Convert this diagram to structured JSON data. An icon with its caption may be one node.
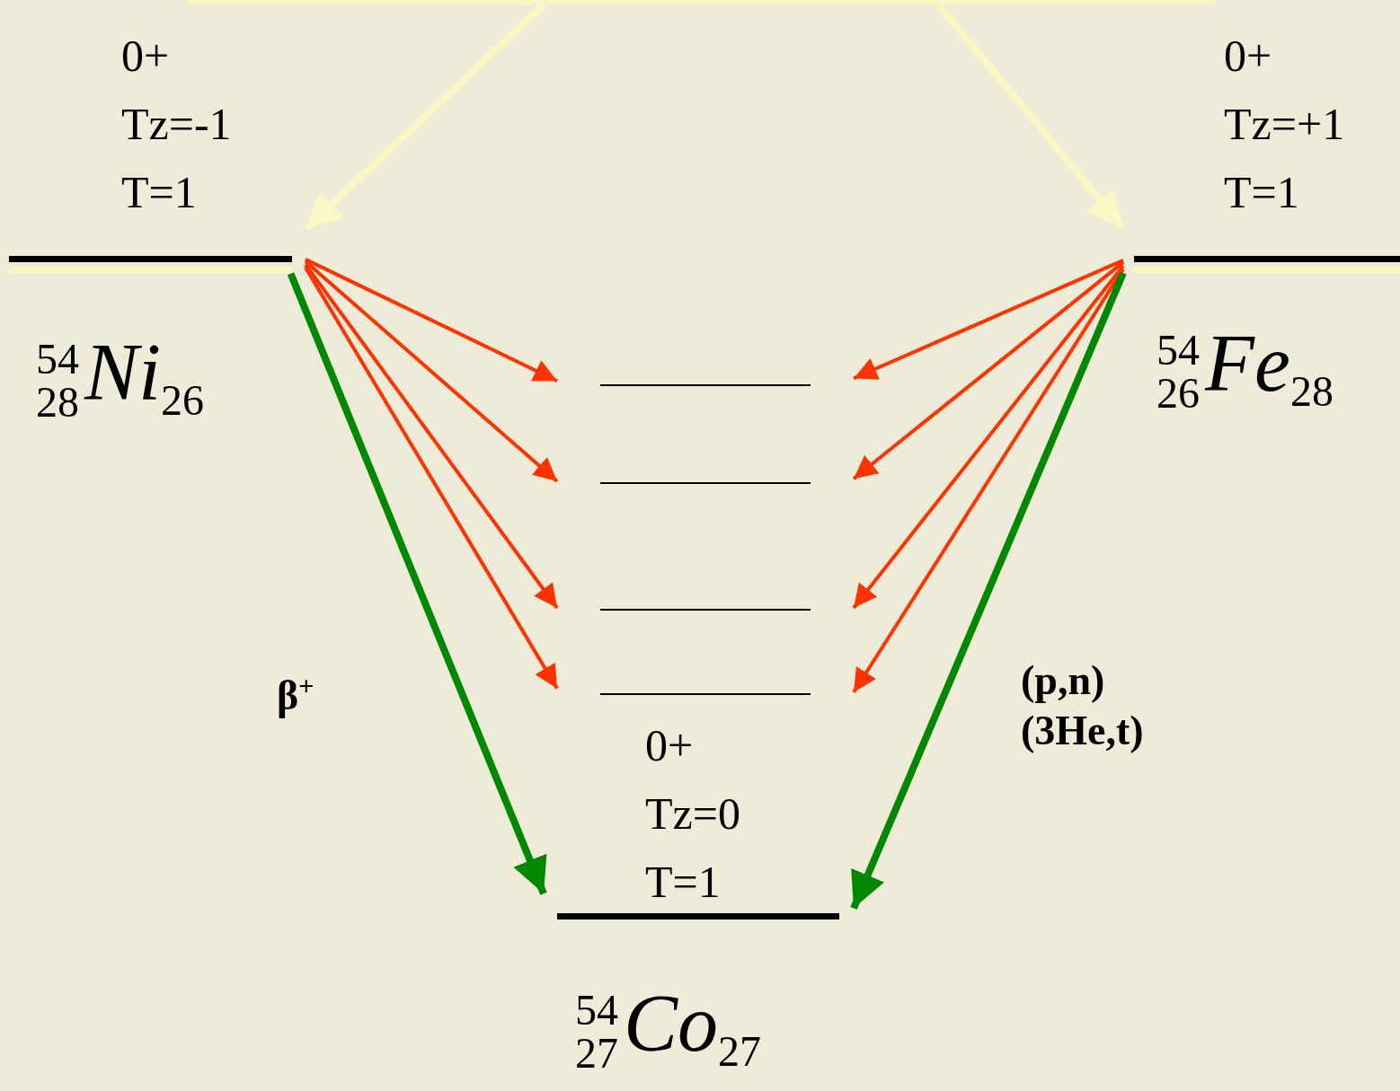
{
  "diagram": {
    "nodes": [
      {
        "text": [],
        "shape": "bar"
      },
      {
        "text": [
          "0+",
          "Tz=-1",
          "T=1",
          "$^{54}$$_{28}$*Ni*$_{26}$"
        ]
      },
      {
        "text": [
          "0+",
          "Tz=+1",
          "T=1",
          "$^{54}$$_{26}$*Fe*$_{28}$"
        ]
      },
      {
        "text": [],
        "shape": "bar"
      },
      {
        "text": [],
        "shape": "bar"
      },
      {
        "text": [],
        "shape": "bar"
      },
      {
        "text": [],
        "shape": "bar"
      },
      {
        "text": [
          "0+",
          "Tz=0",
          "T=1",
          "$^{54}$$_{27}$*Co*$_{27}$"
        ]
      }
    ],
    "edges": [
      {
        "from": 0,
        "to": 1,
        "arrow": "to",
        "style": "thick",
        "color": "#f8f8c4"
      },
      {
        "from": 0,
        "to": 2,
        "arrow": "to",
        "style": "thick",
        "color": "#f8f8c4"
      },
      {
        "from": 1,
        "to": 3,
        "arrow": "to"
      },
      {
        "from": 1,
        "to": 4,
        "arrow": "to"
      },
      {
        "from": 1,
        "to": 5,
        "arrow": "to"
      },
      {
        "from": 1,
        "to": 6,
        "arrow": "to"
      },
      {
        "from": 2,
        "to": 3,
        "arrow": "to"
      },
      {
        "from": 2,
        "to": 4,
        "arrow": "to"
      },
      {
        "from": 2,
        "to": 5,
        "arrow": "to"
      },
      {
        "from": 2,
        "to": 6,
        "arrow": "to"
      },
      {
        "from": 1,
        "to": 7,
        "arrow": "to",
        "style": "thick",
        "color": "#008800",
        "label": "β$^{+}$"
      },
      {
        "from": 2,
        "to": 7,
        "arrow": "to",
        "style": "thick",
        "color": "#008800",
        "label": "(p,n) (3He,t)"
      }
    ]
  }
}
